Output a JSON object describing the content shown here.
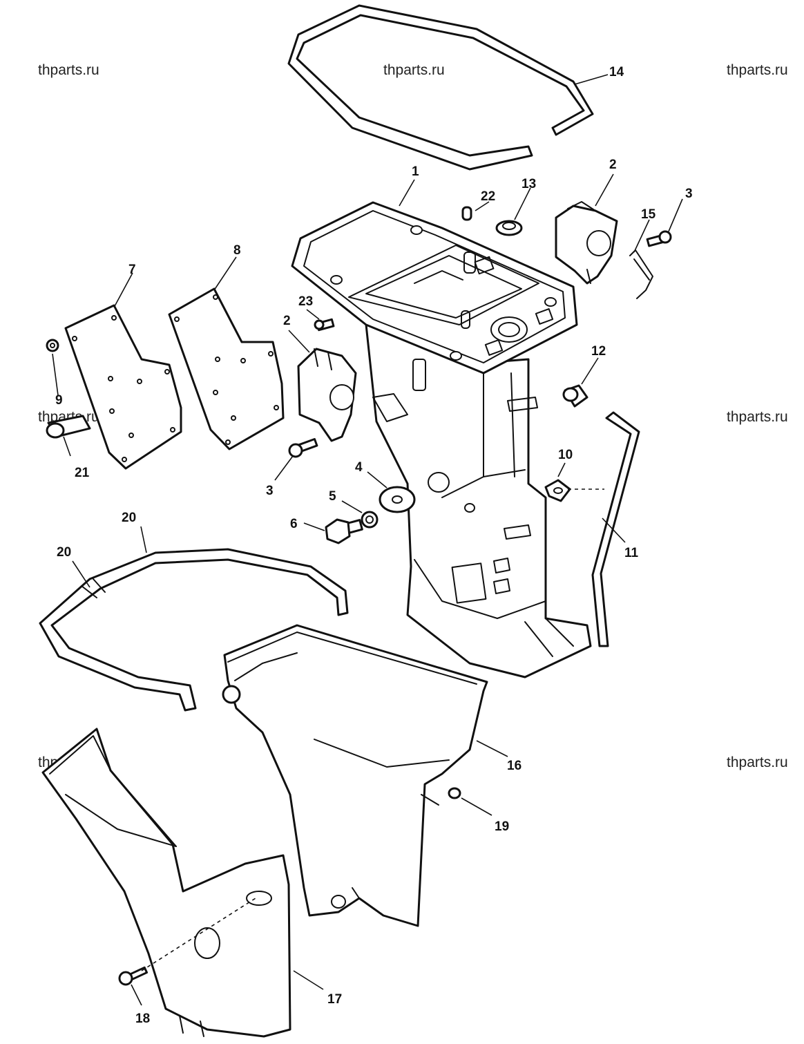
{
  "watermark": "thparts.ru",
  "callouts": {
    "c1": "1",
    "c2a": "2",
    "c2b": "2",
    "c3a": "3",
    "c3b": "3",
    "c4": "4",
    "c5": "5",
    "c6": "6",
    "c7": "7",
    "c8": "8",
    "c9": "9",
    "c10": "10",
    "c11": "11",
    "c12": "12",
    "c13": "13",
    "c14": "14",
    "c15": "15",
    "c16": "16",
    "c17": "17",
    "c18": "18",
    "c19": "19",
    "c20a": "20",
    "c20b": "20",
    "c21": "21",
    "c22": "22",
    "c23": "23"
  },
  "colors": {
    "ink": "#111111",
    "paper": "#ffffff"
  }
}
